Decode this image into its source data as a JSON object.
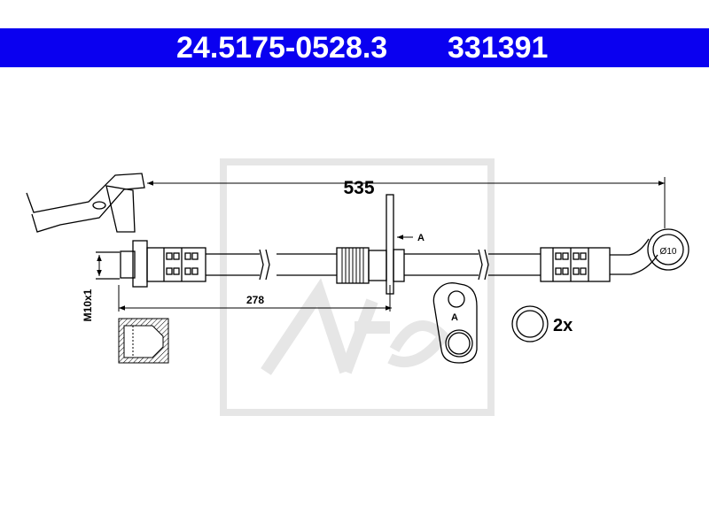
{
  "header": {
    "part_number": "24.5175-0528.3",
    "ref_number": "331391"
  },
  "drawing": {
    "overall_length": "535",
    "partial_length": "278",
    "thread": "M10x1",
    "eye_diameter": "Ø10",
    "bracket_marker": "A",
    "plate_marker": "A",
    "washer_count": "2x"
  },
  "colors": {
    "header_background": "#0a00f0",
    "header_text": "#ffffff",
    "line": "#000000",
    "watermark": "#e8e8e8"
  }
}
